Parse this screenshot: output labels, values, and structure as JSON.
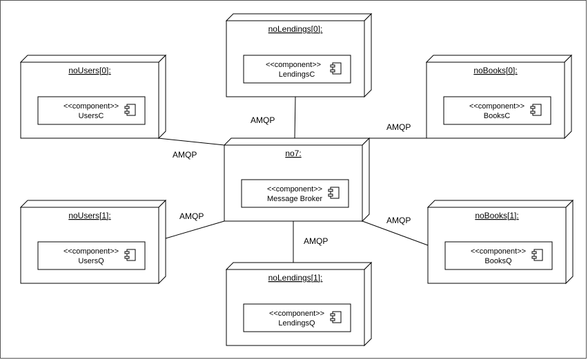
{
  "diagram": {
    "nodes": {
      "center": {
        "name": "no7:",
        "stereotype": "<<component>>",
        "component": "Message Broker"
      },
      "top": {
        "name": "noLendings[0]:",
        "stereotype": "<<component>>",
        "component": "LendingsC"
      },
      "top_left": {
        "name": "noUsers[0]:",
        "stereotype": "<<component>>",
        "component": "UsersC"
      },
      "top_right": {
        "name": "noBooks[0]:",
        "stereotype": "<<component>>",
        "component": "BooksC"
      },
      "bottom_left": {
        "name": "noUsers[1]:",
        "stereotype": "<<component>>",
        "component": "UsersQ"
      },
      "bottom_right": {
        "name": "noBooks[1]:",
        "stereotype": "<<component>>",
        "component": "BooksQ"
      },
      "bottom": {
        "name": "noLendings[1]:",
        "stereotype": "<<component>>",
        "component": "LendingsQ"
      }
    },
    "connections": {
      "top": "AMQP",
      "top_left": "AMQP",
      "top_right": "AMQP",
      "bottom_left": "AMQP",
      "bottom_right": "AMQP",
      "bottom": "AMQP"
    }
  }
}
